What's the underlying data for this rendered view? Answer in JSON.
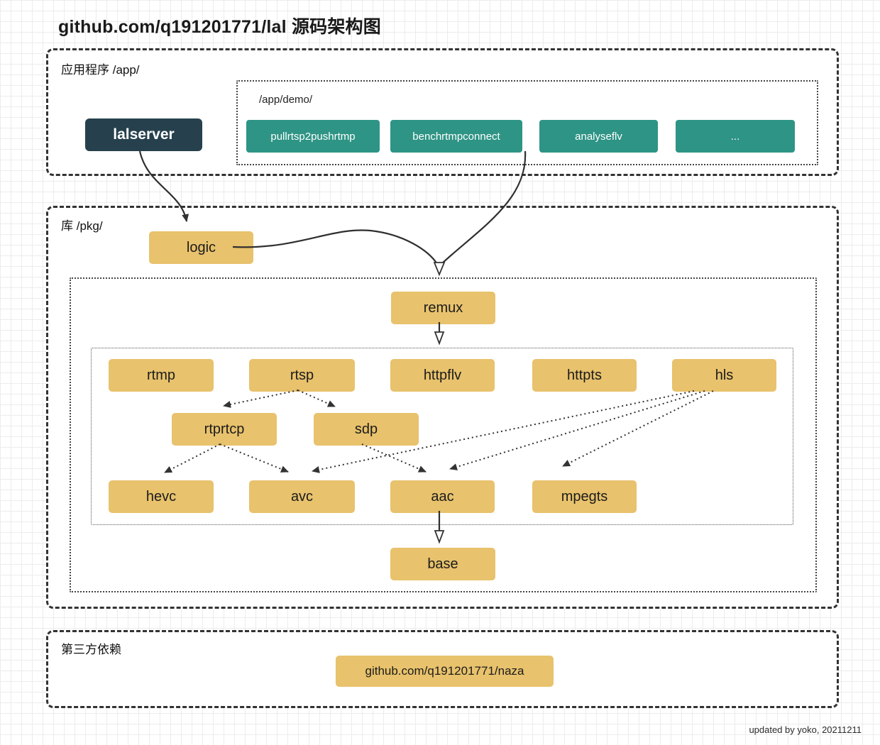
{
  "title": "github.com/q191201771/lal 源码架构图",
  "footer": "updated by yoko, 20211211",
  "colors": {
    "node_yellow": "#e8c26c",
    "node_teal": "#2e9485",
    "node_dark": "#26414d",
    "line": "#333333",
    "grid": "#ececec"
  },
  "sections": {
    "app": {
      "label": "应用程序 /app/",
      "lalserver": "lalserver",
      "demo": {
        "label": "/app/demo/",
        "items": [
          "pullrtsp2pushrtmp",
          "benchrtmpconnect",
          "analyseflv",
          "..."
        ]
      }
    },
    "pkg": {
      "label": "库 /pkg/",
      "nodes": {
        "logic": "logic",
        "remux": "remux",
        "rtmp": "rtmp",
        "rtsp": "rtsp",
        "httpflv": "httpflv",
        "httpts": "httpts",
        "hls": "hls",
        "rtprtcp": "rtprtcp",
        "sdp": "sdp",
        "hevc": "hevc",
        "avc": "avc",
        "aac": "aac",
        "mpegts": "mpegts",
        "base": "base"
      }
    },
    "thirdparty": {
      "label": "第三方依赖",
      "naza": "github.com/q191201771/naza"
    }
  },
  "edges": [
    "lalserver -> logic",
    "app/demo -> pkg",
    "logic -> pkg",
    "remux -> protocols",
    "rtsp -> rtprtcp",
    "rtsp -> sdp",
    "rtprtcp -> hevc",
    "rtprtcp -> avc",
    "sdp -> aac",
    "hls -> avc",
    "hls -> aac",
    "hls -> mpegts",
    "aac -> base"
  ]
}
